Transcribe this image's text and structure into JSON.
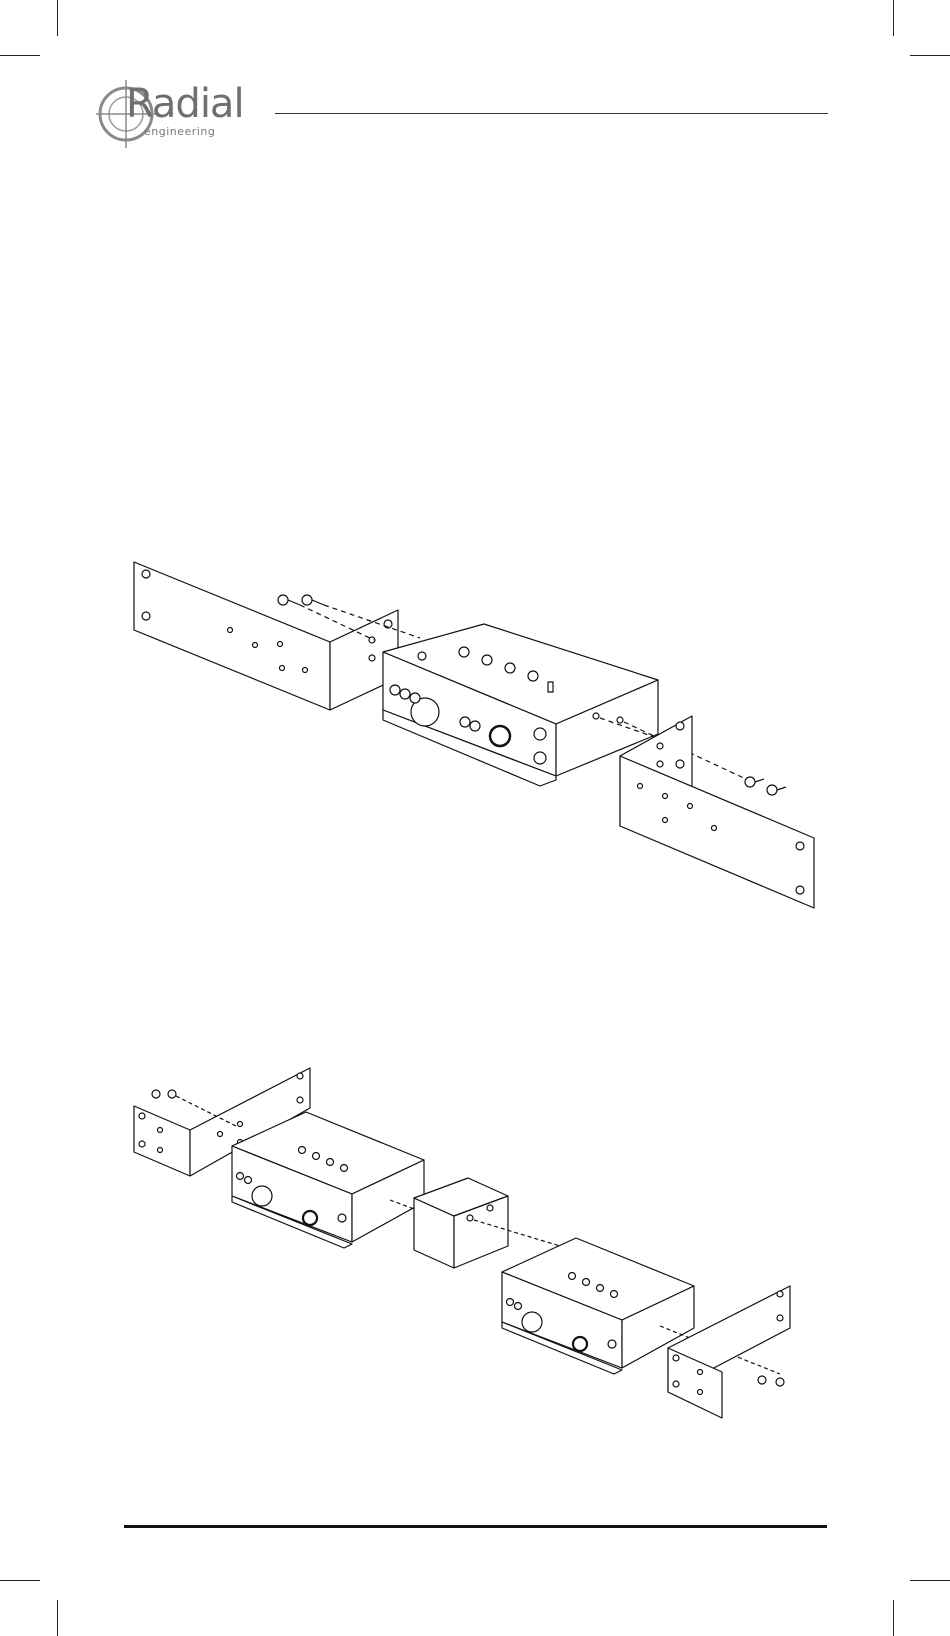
{
  "brand": {
    "name": "Radial",
    "tagline": "engineering"
  },
  "colors": {
    "ink": "#111111",
    "logo_gray": "#707070",
    "paper": "#ffffff"
  },
  "figures": [
    {
      "description_icon": "rack-kit-single-unit-exploded-view"
    },
    {
      "description_icon": "rack-kit-dual-unit-exploded-view"
    }
  ]
}
